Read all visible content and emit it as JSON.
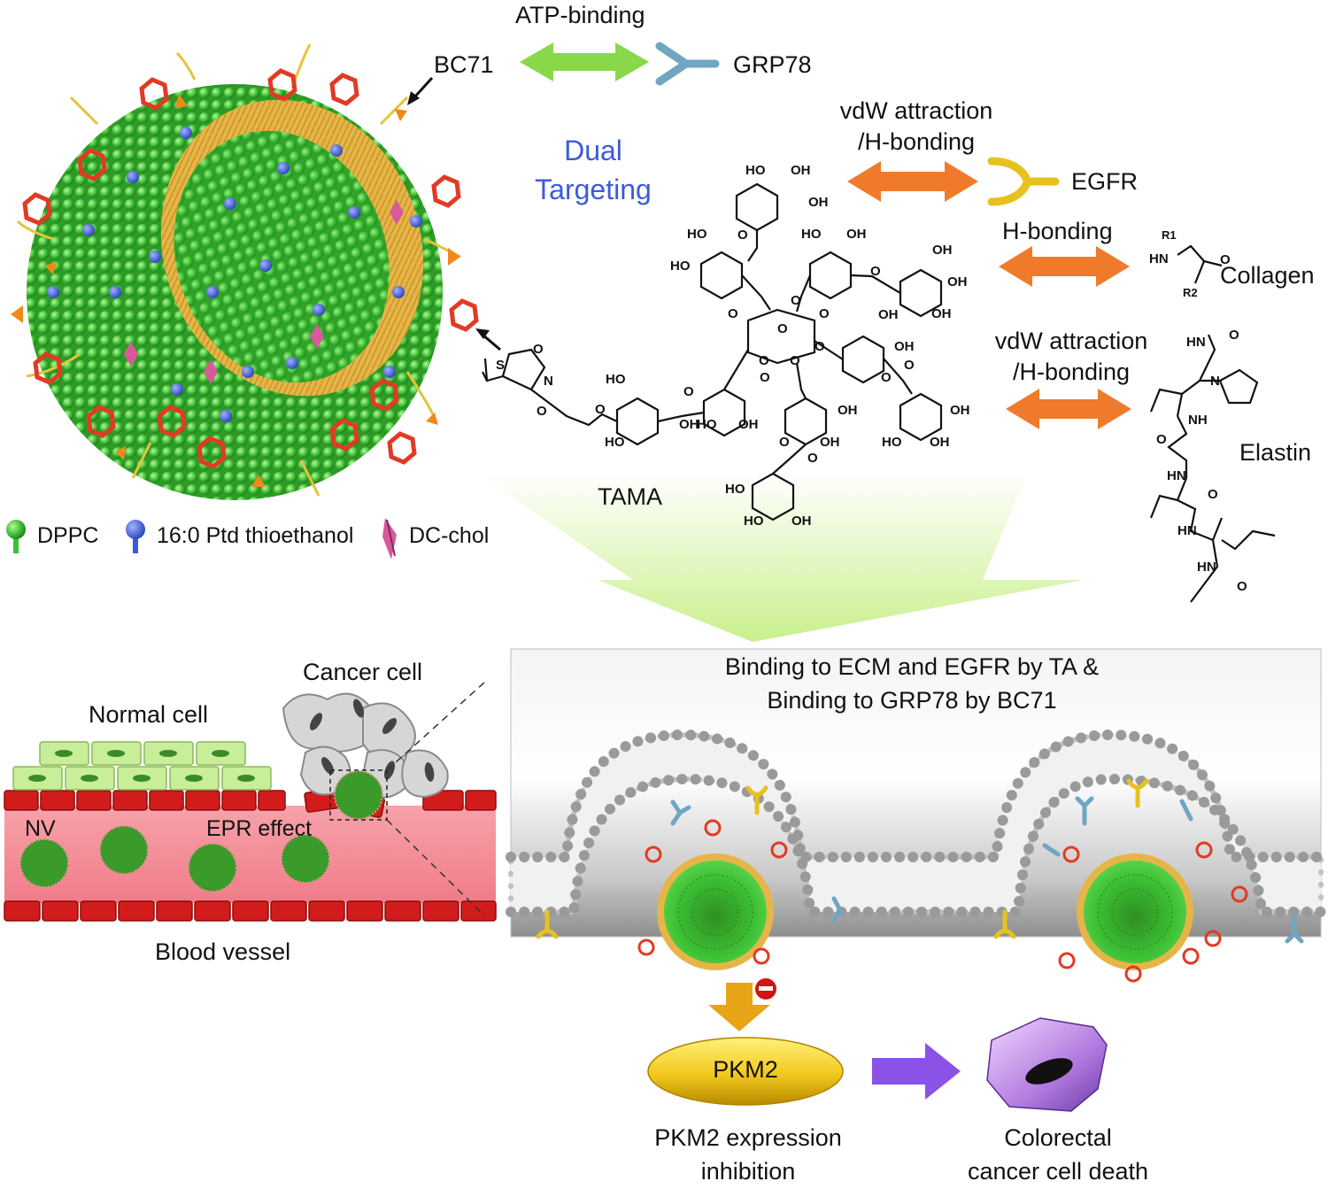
{
  "colors": {
    "lipid_green": "#3cc034",
    "lipid_blue": "#3a5bd6",
    "tannic_red": "#e23a24",
    "arrow_green": "#88d84a",
    "arrow_orange": "#f07a2c",
    "arrow_purple": "#8a52e6",
    "text_blue": "#3b5bdb",
    "pkm2_yellow": "#f2c81c",
    "vessel_red": "#d21c1c",
    "vessel_pink": "#f58c98",
    "normal_cell": "#c8ee9a"
  },
  "top": {
    "atp_binding": "ATP-binding",
    "bc71": "BC71",
    "grp78": "GRP78",
    "dual_line1": "Dual",
    "dual_line2": "Targeting",
    "vdw1_line1": "vdW attraction",
    "vdw1_line2": "/H-bonding",
    "egfr": "EGFR",
    "hbonding": "H-bonding",
    "collagen": "Collagen",
    "vdw2_line1": "vdW attraction",
    "vdw2_line2": "/H-bonding",
    "elastin": "Elastin",
    "tama": "TAMA"
  },
  "legend": {
    "dppc": "DPPC",
    "ptd": "16:0 Ptd thioethanol",
    "dcchol": "DC-chol"
  },
  "chem": {
    "oh": "OH",
    "ho": "HO",
    "o": "O",
    "s": "S",
    "n": "N",
    "hn": "HN",
    "nh": "NH",
    "r1": "R1",
    "r2": "R2"
  },
  "vessel": {
    "cancer_cell": "Cancer cell",
    "normal_cell": "Normal cell",
    "nv": "NV",
    "epr": "EPR effect",
    "blood_vessel": "Blood vessel"
  },
  "panel": {
    "title_line1": "Binding to ECM and EGFR by TA &",
    "title_line2": "Binding to GRP78 by BC71"
  },
  "bottom": {
    "pkm2": "PKM2",
    "pkm2_caption1": "PKM2 expression",
    "pkm2_caption2": "inhibition",
    "death_caption1": "Colorectal",
    "death_caption2": "cancer cell death"
  }
}
